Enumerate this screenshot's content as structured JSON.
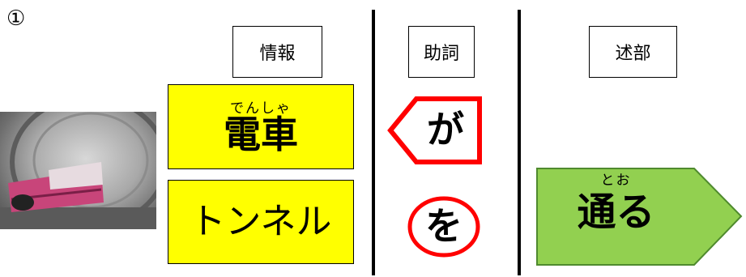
{
  "number_label": "①",
  "headers": {
    "info": "情報",
    "particle": "助詞",
    "predicate": "述部"
  },
  "info_boxes": {
    "top": {
      "ruby": "でんしゃ",
      "text": "電車"
    },
    "bottom": {
      "text": "トンネル"
    }
  },
  "particles": {
    "top": "が",
    "bottom": "を"
  },
  "predicate_arrow": {
    "ruby": "とお",
    "text": "通る"
  },
  "colors": {
    "yellow": "#ffff00",
    "red": "#ff0000",
    "green": "#92d050",
    "green_border": "#4f8a2e"
  }
}
